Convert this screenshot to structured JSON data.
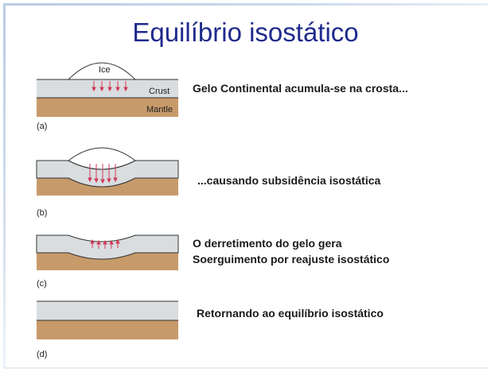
{
  "title": "Equilíbrio isostático",
  "panels": [
    {
      "letter": "(a)",
      "labels": {
        "ice": "Ice",
        "crust": "Crust",
        "mantle": "Mantle"
      },
      "caption_lines": [
        "Gelo Continental acumula-se na crosta..."
      ]
    },
    {
      "letter": "(b)",
      "caption_lines": [
        "...causando subsidência isostática"
      ]
    },
    {
      "letter": "(c)",
      "caption_lines": [
        "O derretimento do gelo gera",
        "Soerguimento por reajuste isostático"
      ]
    },
    {
      "letter": "(d)",
      "caption_lines": [
        "Retornando ao equilíbrio isostático"
      ]
    }
  ],
  "colors": {
    "title": "#1f2a8c",
    "crust": "#d9dde0",
    "mantle": "#c79a6a",
    "ice": "#ffffff",
    "arrows": "#d23a5a"
  }
}
